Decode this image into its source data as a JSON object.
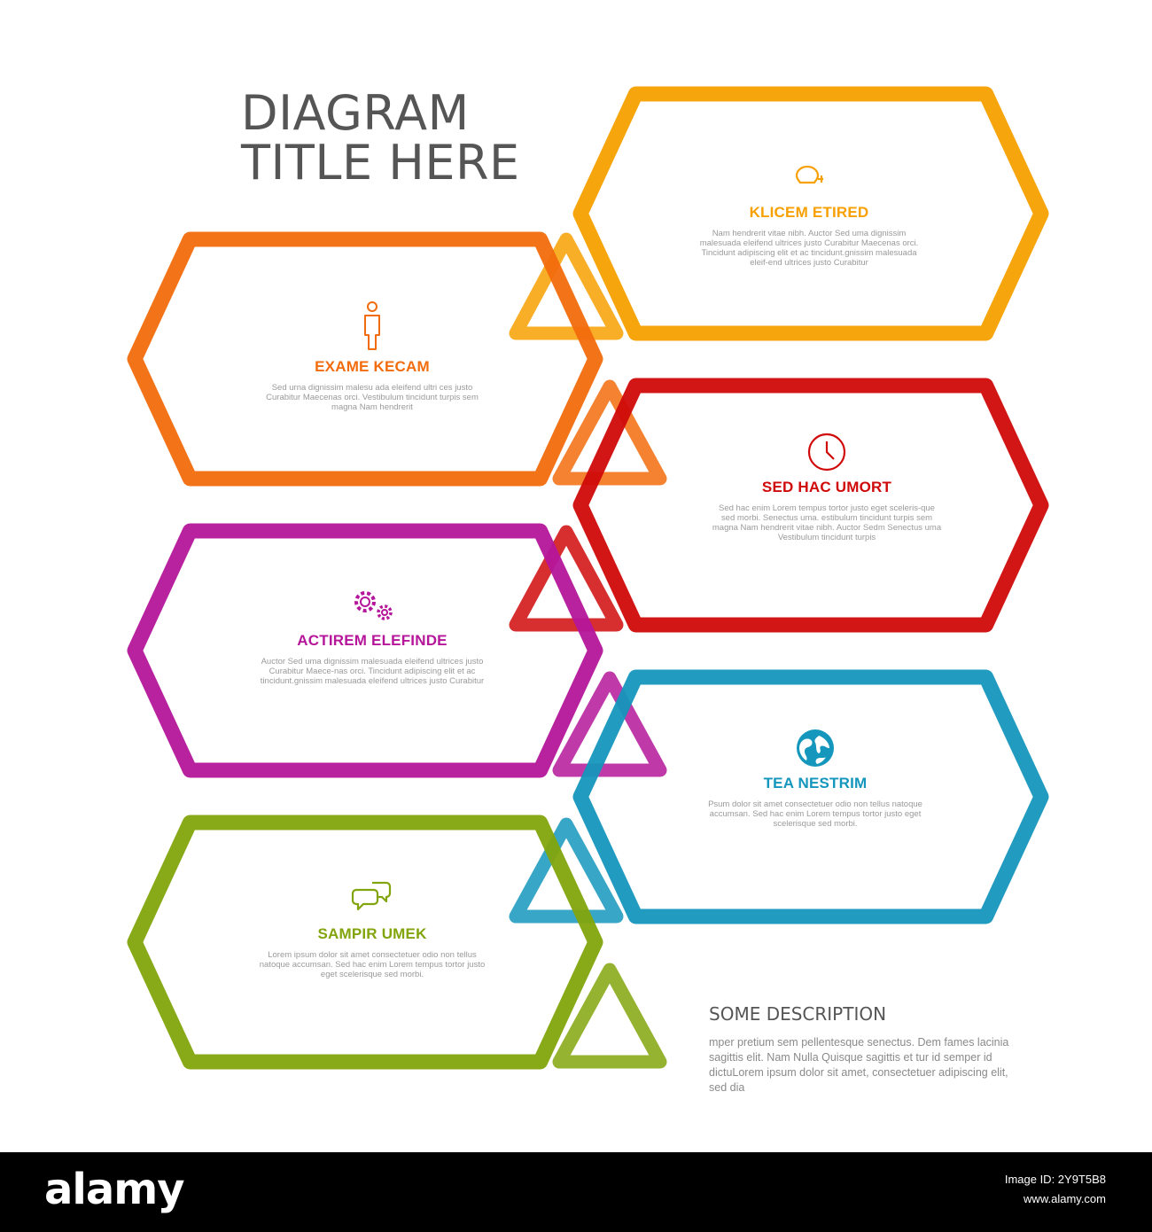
{
  "title": {
    "line1": "DIAGRAM",
    "line2": "TITLE HERE"
  },
  "cards": [
    {
      "heading": "KLICEM ETIRED",
      "icon": "lightbulb-icon",
      "color": "#f7a000",
      "body": "Nam hendrerit vitae nibh. Auctor Sed uma dignissim malesuada eleifend ultrices justo Curabitur Maecenas orci. Tincidunt adipiscing elit et ac tincidunt.gnissim malesuada eleif-end ultrices justo Curabitur"
    },
    {
      "heading": "EXAME KECAM",
      "icon": "person-icon",
      "color": "#f26c0d",
      "body": "Sed urna dignissim malesu ada eleifend ultri ces justo Curabitur Maecenas orci. Vestibulum tincidunt turpis sem magna Nam hendrerit"
    },
    {
      "heading": "SED HAC UMORT",
      "icon": "clock-icon",
      "color": "#d00a0a",
      "body": "Sed hac enim Lorem tempus tortor justo eget sceleris-que sed morbi. Senectus uma. estibulum tincidunt turpis sem magna Nam hendrerit vitae nibh. Auctor Sedm Senectus uma Vestibulum tincidunt turpis"
    },
    {
      "heading": "ACTIREM ELEFINDE",
      "icon": "gears-icon",
      "color": "#b5169a",
      "body": "Auctor Sed uma dignissim malesuada eleifend ultrices justo Curabitur Maece-nas orci. Tincidunt adipiscing elit et ac tincidunt.gnissim malesuada eleifend ultrices justo Curabitur"
    },
    {
      "heading": "TEA NESTRIM",
      "icon": "globe-icon",
      "color": "#1596bc",
      "body": "Psum dolor sit amet consectetuer odio non tellus natoque accumsan. Sed hac enim Lorem tempus tortor justo eget scelerisque sed morbi."
    },
    {
      "heading": "SAMPIR UMEK",
      "icon": "chat-bubbles-icon",
      "color": "#82a40c",
      "body": "Lorem ipsum dolor sit amet consectetuer odio non tellus natoque accumsan. Sed hac enim Lorem tempus tortor justo eget scelerisque sed morbi."
    }
  ],
  "description": {
    "title": "SOME DESCRIPTION",
    "body": "mper pretium sem pellentesque senectus. Dem fames lacinia sagittis elit. Nam Nulla Quisque sagittis et tur id semper id dictuLorem ipsum dolor sit amet, consectetuer adipiscing elit, sed dia"
  },
  "footer": {
    "brand": "alamy",
    "image_id_label": "Image ID: 2Y9T5B8",
    "site": "www.alamy.com"
  }
}
